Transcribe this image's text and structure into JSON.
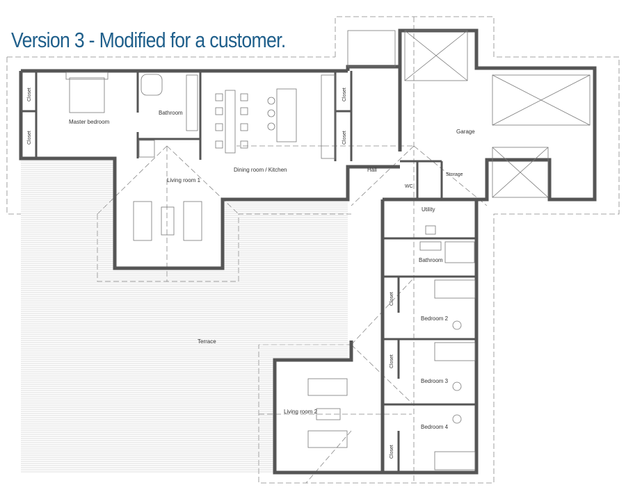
{
  "title": "Version 3 - Modified for a customer.",
  "rooms": {
    "closet_1": "Closet",
    "closet_2": "Closet",
    "master_bedroom": "Master bedroom",
    "bathroom_1": "Bathroom",
    "living_room_1": "Living room 1",
    "dining_kitchen": "Dining room / Kitchen",
    "closet_3": "Closet",
    "closet_4": "Closet",
    "hall": "Hall",
    "garage": "Garage",
    "wc": "WC",
    "storage": "Storage",
    "utility": "Utility",
    "bathroom_2": "Bathroom",
    "closet_5": "Closet",
    "bedroom_2": "Bedroom 2",
    "closet_6": "Closet",
    "bedroom_3": "Bedroom 3",
    "bedroom_4": "Bedroom 4",
    "closet_7": "Closet",
    "terrace": "Terrace",
    "living_room_2": "Living room 2"
  }
}
